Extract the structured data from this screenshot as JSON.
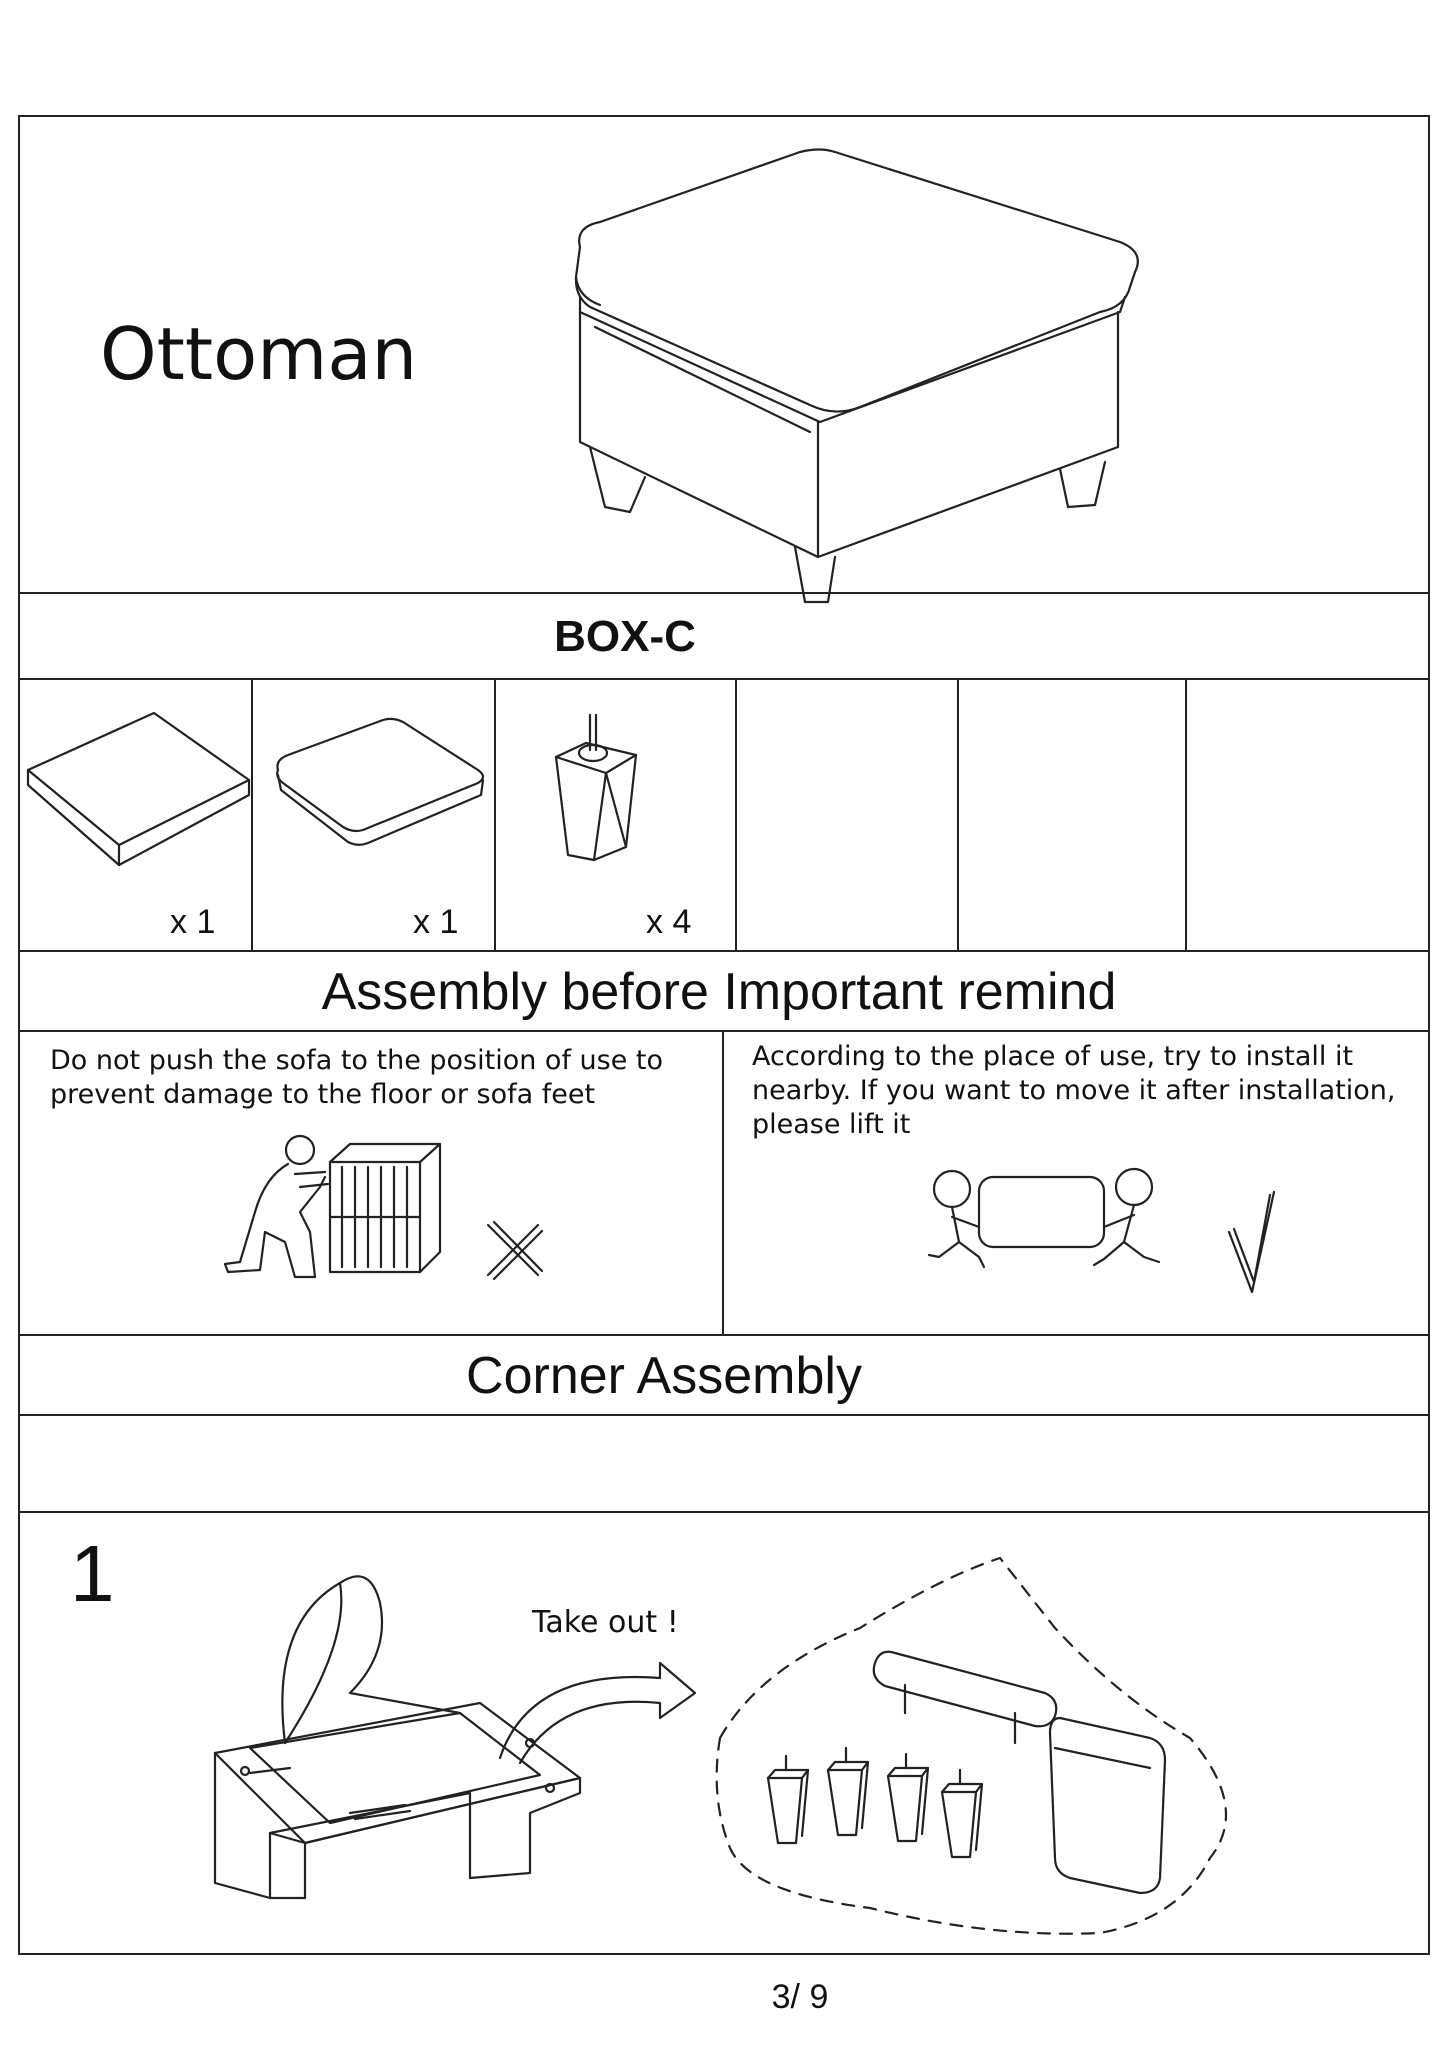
{
  "header": {
    "title": "Ottoman"
  },
  "box": {
    "title": "BOX-C"
  },
  "parts": [
    {
      "name": "seat-base",
      "qty": "x 1"
    },
    {
      "name": "seat-cushion",
      "qty": "x 1"
    },
    {
      "name": "leg",
      "qty": "x 4"
    }
  ],
  "reminder": {
    "heading": "Assembly before Important remind",
    "left_note_line1": "Do not push the sofa to the position of use to",
    "left_note_line2": "prevent damage to the floor or sofa feet",
    "right_note_line1": "According to the place of use, try to install it",
    "right_note_line2": "nearby. If you want to move it after installation,",
    "right_note_line3": "please lift it"
  },
  "corner": {
    "heading": "Corner Assembly"
  },
  "step1": {
    "number": "1",
    "callout": "Take out !"
  },
  "footer": {
    "page": "3/ 9"
  }
}
